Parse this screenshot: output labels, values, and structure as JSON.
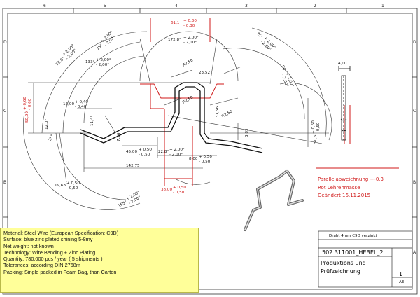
{
  "frame": {
    "top_numbers": [
      "6",
      "5",
      "4",
      "3",
      "2",
      "1"
    ],
    "side_letters": [
      "D",
      "C",
      "B",
      "A"
    ]
  },
  "dimensions": {
    "d_61": {
      "value": "61,1",
      "tol_upper": "+ 0,30",
      "tol_lower": "- 0,30"
    },
    "d_172": {
      "value": "172,8°",
      "tol_upper": "+ 2,00°",
      "tol_lower": "- 2,00°"
    },
    "d_75_left": {
      "value": "75°",
      "tol_upper": "+ 2,00°",
      "tol_lower": "- 2,00°"
    },
    "d_78": {
      "value": "78,6°",
      "tol_upper": "+ 2,00°",
      "tol_lower": "- 2,00°"
    },
    "d_133": {
      "value": "133°",
      "tol_upper": "+ 2,00°",
      "tol_lower": "- 2,00°"
    },
    "d_75_right": {
      "value": "75°",
      "tol_upper": "+ 2,00°",
      "tol_lower": "- 2,00°"
    },
    "d_90": {
      "value": "90°",
      "tol_upper": "+ 2,00°",
      "tol_lower": "- 2,00°"
    },
    "r_top": "R2,50",
    "d_23": "23,52",
    "r_mid": "R2,50",
    "r_right": "R2,50",
    "d_37": "37,56",
    "d_50_99": {
      "value": "50,99",
      "tol_upper": "+ 0,60",
      "tol_lower": "- 0,60"
    },
    "d_15": {
      "value": "15,00",
      "tol_upper": "+ 0,40",
      "tol_lower": "- 0,40"
    },
    "d_11": "11,4°",
    "d_12": "12,0°",
    "d_7": "7,36",
    "d_45": {
      "value": "45,00",
      "tol_upper": "+ 0,50",
      "tol_lower": "- 0,50"
    },
    "d_22": {
      "value": "22,8°",
      "tol_upper": "+ 2,00°",
      "tol_lower": "- 2,00°"
    },
    "d_8": {
      "value": "8,00",
      "tol_upper": "+ 0,50",
      "tol_lower": "- 0,50"
    },
    "d_3": "3,83",
    "d_50_6": {
      "value": "50,6",
      "tol_upper": "+ 0,50",
      "tol_lower": "- 0,50"
    },
    "d_142": "142,75",
    "d_19": {
      "value": "19,63",
      "tol_upper": "+ 0,50",
      "tol_lower": "- 0,50"
    },
    "d_38": {
      "value": "38,00",
      "tol_upper": "+ 0,50",
      "tol_lower": "- 0,50"
    },
    "d_155": {
      "value": "155°",
      "tol_upper": "+ 2,00°",
      "tol_lower": "- 2,00°"
    },
    "d_25": "25°",
    "d_4": "4,00"
  },
  "notes": {
    "revision": [
      "Parallelabweichnung +-0,3",
      "Rot Lehrenmasse",
      "Geändert 16.11.2015"
    ]
  },
  "title_block": {
    "material_line": "Draht 4mm C9D verzinkt",
    "part_number": "502   311001_HEBEL_2",
    "title_line1": "Produktions und",
    "title_line2": "Prüfzeichnung",
    "sheet": "1",
    "format": "A3"
  },
  "specs": [
    "Material: Steel Wire (European Specification: C9D)",
    "Surface: blue zinc plated shining 5-8my",
    "Net weight: not known",
    "Technology: Wire Bending + Zinc Plating",
    "Quantity: 780.000 pcs / year ( 5 shipments )",
    "Tolerances: according DIN 2768m",
    "Packing: Single packed in Foam Bag, than Carton"
  ],
  "colors": {
    "line": "#222222",
    "red": "#d01818",
    "notes_bg": "#ffff99"
  }
}
